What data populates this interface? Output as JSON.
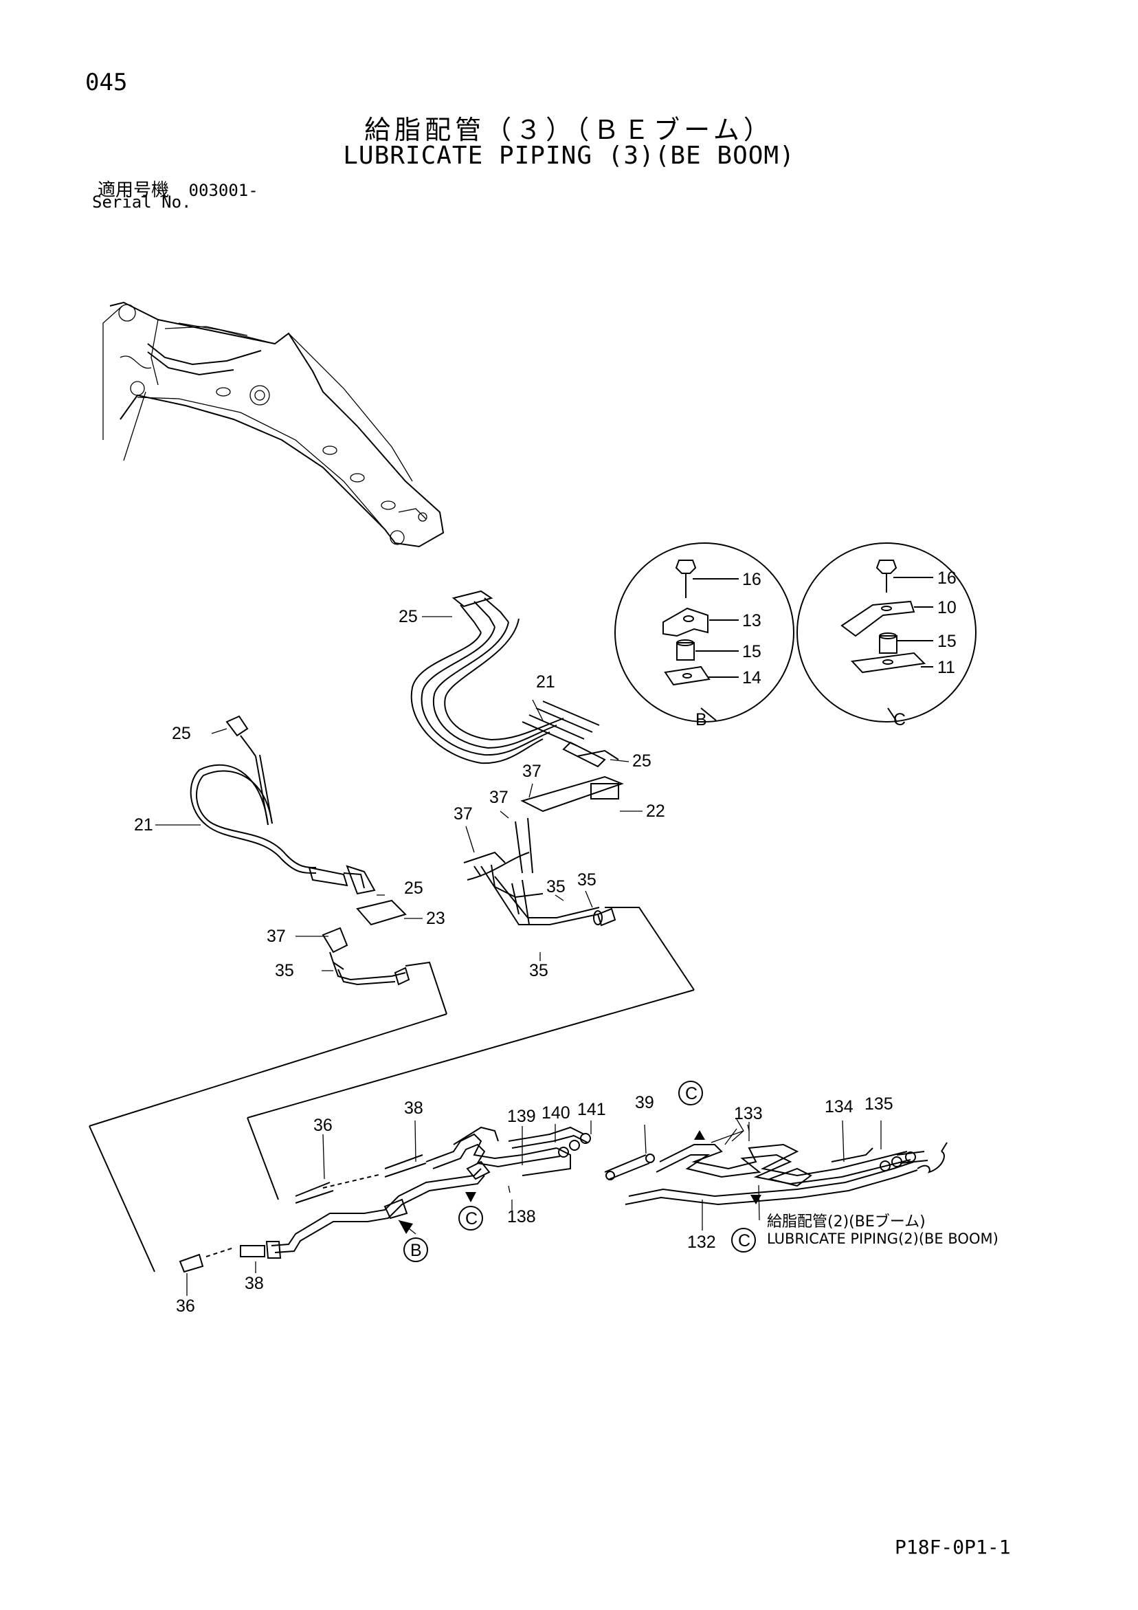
{
  "page_number": "045",
  "title_jp": "給脂配管（３）（ＢＥブーム）",
  "title_en": "LUBRICATE PIPING (3)(BE BOOM)",
  "serial": {
    "label_jp": "適用号機",
    "value": "003001-",
    "label_en": "Serial No."
  },
  "figure_code": "P18F-0P1-1",
  "reference": {
    "jp": "給脂配管(2)(BEブーム)",
    "en": "LUBRICATE PIPING(2)(BE BOOM)",
    "marker": "C"
  },
  "detail_b": {
    "marker": "B",
    "parts": [
      "16",
      "13",
      "15",
      "14"
    ]
  },
  "detail_c": {
    "marker": "C",
    "parts": [
      "16",
      "10",
      "15",
      "11"
    ]
  },
  "callouts": {
    "c25a": "25",
    "c21a": "21",
    "c25b": "25",
    "c37a": "37",
    "c37b": "37",
    "c22": "22",
    "c37c": "37",
    "c35a": "35",
    "c35b": "35",
    "c35c": "35",
    "c25c": "25",
    "c21b": "21",
    "c25d": "25",
    "c23": "23",
    "c37d": "37",
    "c35d": "35",
    "c36a": "36",
    "c38a": "38",
    "c139": "139",
    "c140": "140",
    "c141": "141",
    "c39": "39",
    "c133": "133",
    "c134": "134",
    "c135": "135",
    "c138": "138",
    "c132": "132",
    "c36b": "36",
    "c38b": "38",
    "mC1": "C",
    "mC2": "C",
    "mC3": "C",
    "mB": "B"
  }
}
